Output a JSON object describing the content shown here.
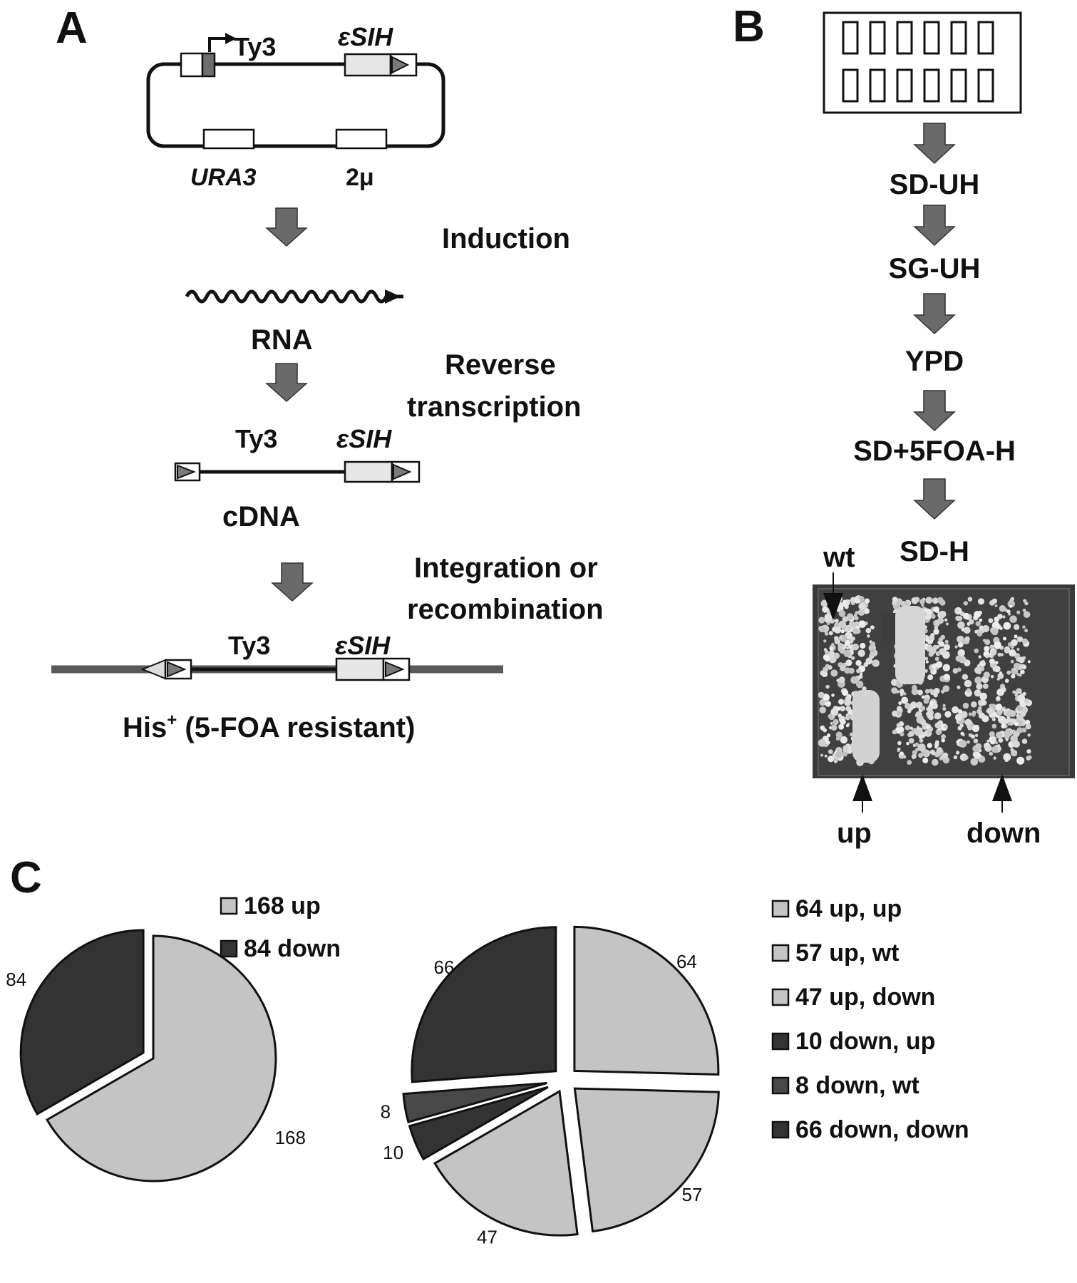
{
  "panelA": {
    "letter": "A",
    "plasmid_ty3": "Ty3",
    "plasmid_marker": "εSIH",
    "ura3": "URA3",
    "two_micron": "2μ",
    "step_induction": "Induction",
    "rna": "RNA",
    "step_rt_line1": "Reverse",
    "step_rt_line2": "transcription",
    "cdna_ty3": "Ty3",
    "cdna_marker": "εSIH",
    "cdna": "cDNA",
    "step_int_line1": "Integration or",
    "step_int_line2": "recombination",
    "genome_ty3": "Ty3",
    "genome_marker": "εSIH",
    "result_his": "His",
    "result_sup": "+",
    "result_rest": " (5-FOA resistant)"
  },
  "panelB": {
    "letter": "B",
    "steps": [
      "SD-UH",
      "SG-UH",
      "YPD",
      "SD+5FOA-H",
      "SD-H"
    ],
    "wt": "wt",
    "up": "up",
    "down": "down"
  },
  "panelC": {
    "letter": "C",
    "colors": {
      "light": "#c4c4c4",
      "dark": "#333333",
      "mid": "#484848"
    },
    "chart_data": [
      {
        "type": "pie",
        "categories": [
          "up",
          "down"
        ],
        "values": [
          168,
          84
        ],
        "legend": [
          "168 up",
          "84 down"
        ],
        "data_labels": [
          "168",
          "84"
        ],
        "exploded": "down"
      },
      {
        "type": "pie",
        "categories": [
          "up, up",
          "up, wt",
          "up, down",
          "down, up",
          "down, wt",
          "down, down"
        ],
        "values": [
          64,
          57,
          47,
          10,
          8,
          66
        ],
        "legend": [
          "64 up, up",
          "57 up, wt",
          "47 up, down",
          "10 down, up",
          "8 down, wt",
          "66 down, down"
        ],
        "data_labels": [
          "64",
          "57",
          "47",
          "10",
          "8",
          "66"
        ],
        "exploded": "all"
      }
    ]
  }
}
